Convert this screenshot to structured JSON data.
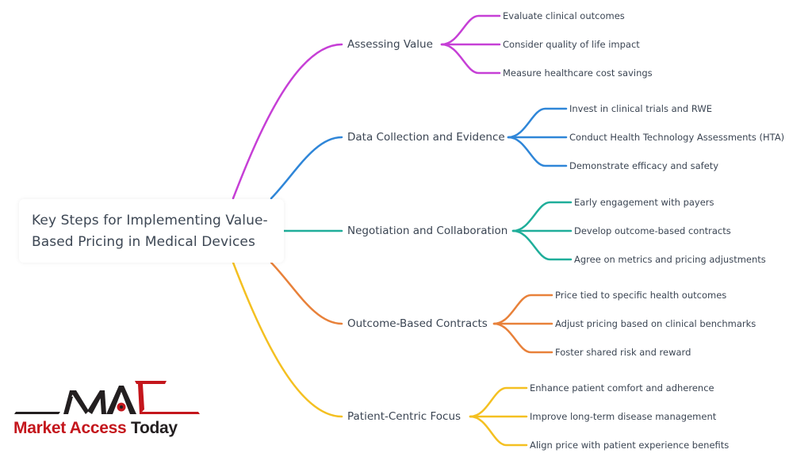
{
  "root": {
    "line1": "Key Steps for Implementing Value-",
    "line2": "Based Pricing in Medical Devices"
  },
  "branches": [
    {
      "label": "Assessing Value",
      "color": "#c63fd6",
      "children": [
        "Evaluate clinical outcomes",
        "Consider quality of life impact",
        "Measure healthcare cost savings"
      ]
    },
    {
      "label": "Data Collection and Evidence",
      "color": "#2f86d8",
      "children": [
        "Invest in clinical trials and RWE",
        "Conduct Health Technology Assessments (HTA)",
        "Demonstrate efficacy and safety"
      ]
    },
    {
      "label": "Negotiation and Collaboration",
      "color": "#1fae9a",
      "children": [
        "Early engagement with payers",
        "Develop outcome-based contracts",
        "Agree on metrics and pricing adjustments"
      ]
    },
    {
      "label": "Outcome-Based Contracts",
      "color": "#e8813a",
      "children": [
        "Price tied to specific health outcomes",
        "Adjust pricing based on clinical benchmarks",
        "Foster shared risk and reward"
      ]
    },
    {
      "label": "Patient-Centric Focus",
      "color": "#f4c021",
      "children": [
        "Enhance patient comfort and adherence",
        "Improve long-term disease management",
        "Align price with patient experience benefits"
      ]
    }
  ],
  "logo": {
    "mark": "MAT",
    "name_part1": "Market Access",
    "name_part2": "Today",
    "red": "#c4161c",
    "dark": "#231f20"
  }
}
